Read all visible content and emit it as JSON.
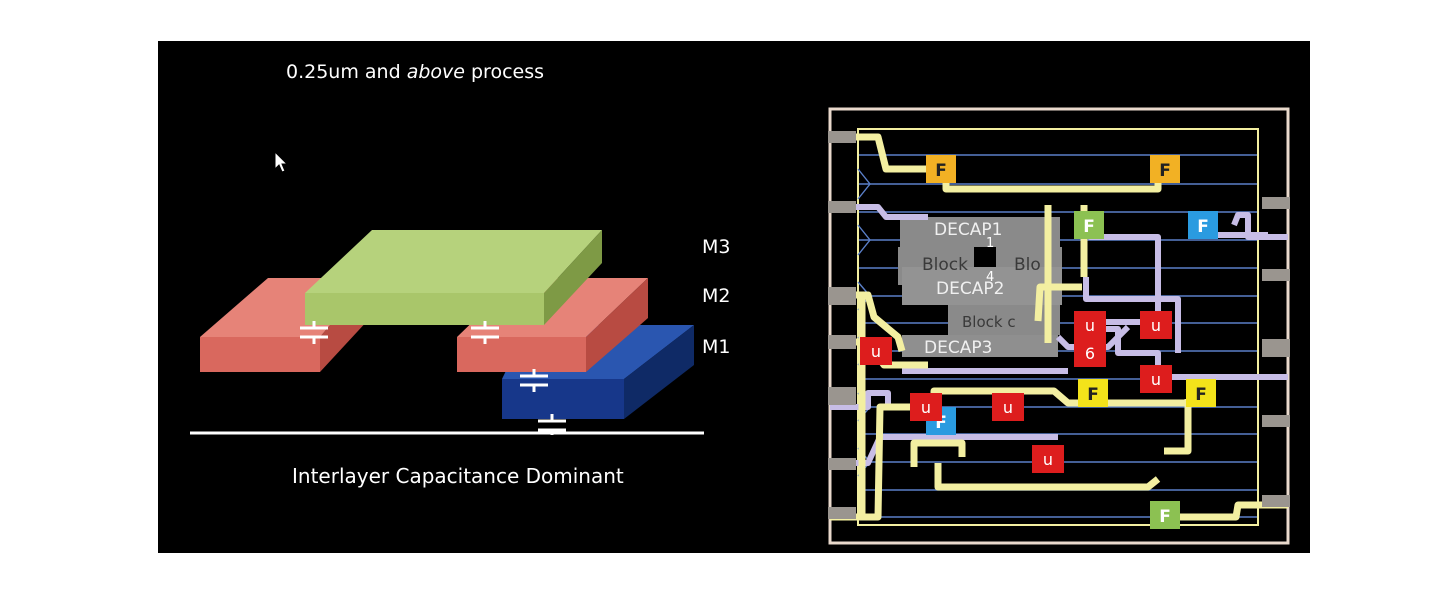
{
  "title": {
    "prefix": "0.25um and ",
    "emph": "above",
    "suffix": " process"
  },
  "caption": "Interlayer Capacitance Dominant",
  "layers": {
    "m3": "M3",
    "m2": "M2",
    "m1": "M1"
  },
  "colors": {
    "m3": "#a9c66a",
    "m2": "#d9685e",
    "m1": "#1b3f8f",
    "background": "#000000",
    "wire_route": "#f3efa1",
    "wire_net": "#c7bde6"
  },
  "layout": {
    "blocks": {
      "decap1": "DECAP1",
      "decap2": "DECAP2",
      "decap3": "DECAP3",
      "block_a": "Block",
      "block_b": "Blo",
      "block_c": "Block c"
    },
    "cell_labels": {
      "flop": "F",
      "unit": "u"
    },
    "pin_numbers": [
      "1",
      "4",
      "6"
    ],
    "cell_colors": {
      "orange": "#f2b124",
      "yellow": "#f3e31a",
      "green": "#8cc152",
      "blue": "#2a9be0",
      "red": "#dd1d1d"
    }
  }
}
